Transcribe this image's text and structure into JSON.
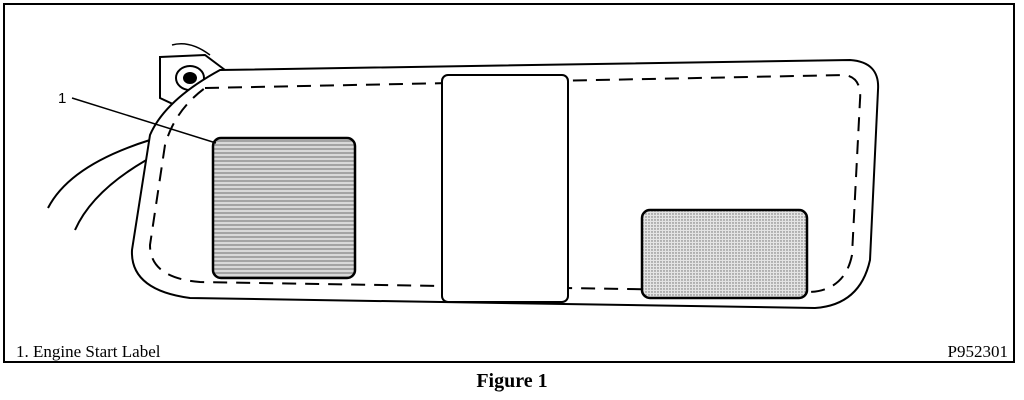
{
  "figure": {
    "callout_number": "1",
    "legend_text": "1. Engine Start Label",
    "figure_code": "P952301",
    "caption": "Figure 1"
  },
  "colors": {
    "ink": "#000000",
    "paper": "#ffffff",
    "label_shading": "#bdbdbd"
  },
  "icons": {
    "part": "sun-visor",
    "label": "engine-start-label"
  }
}
